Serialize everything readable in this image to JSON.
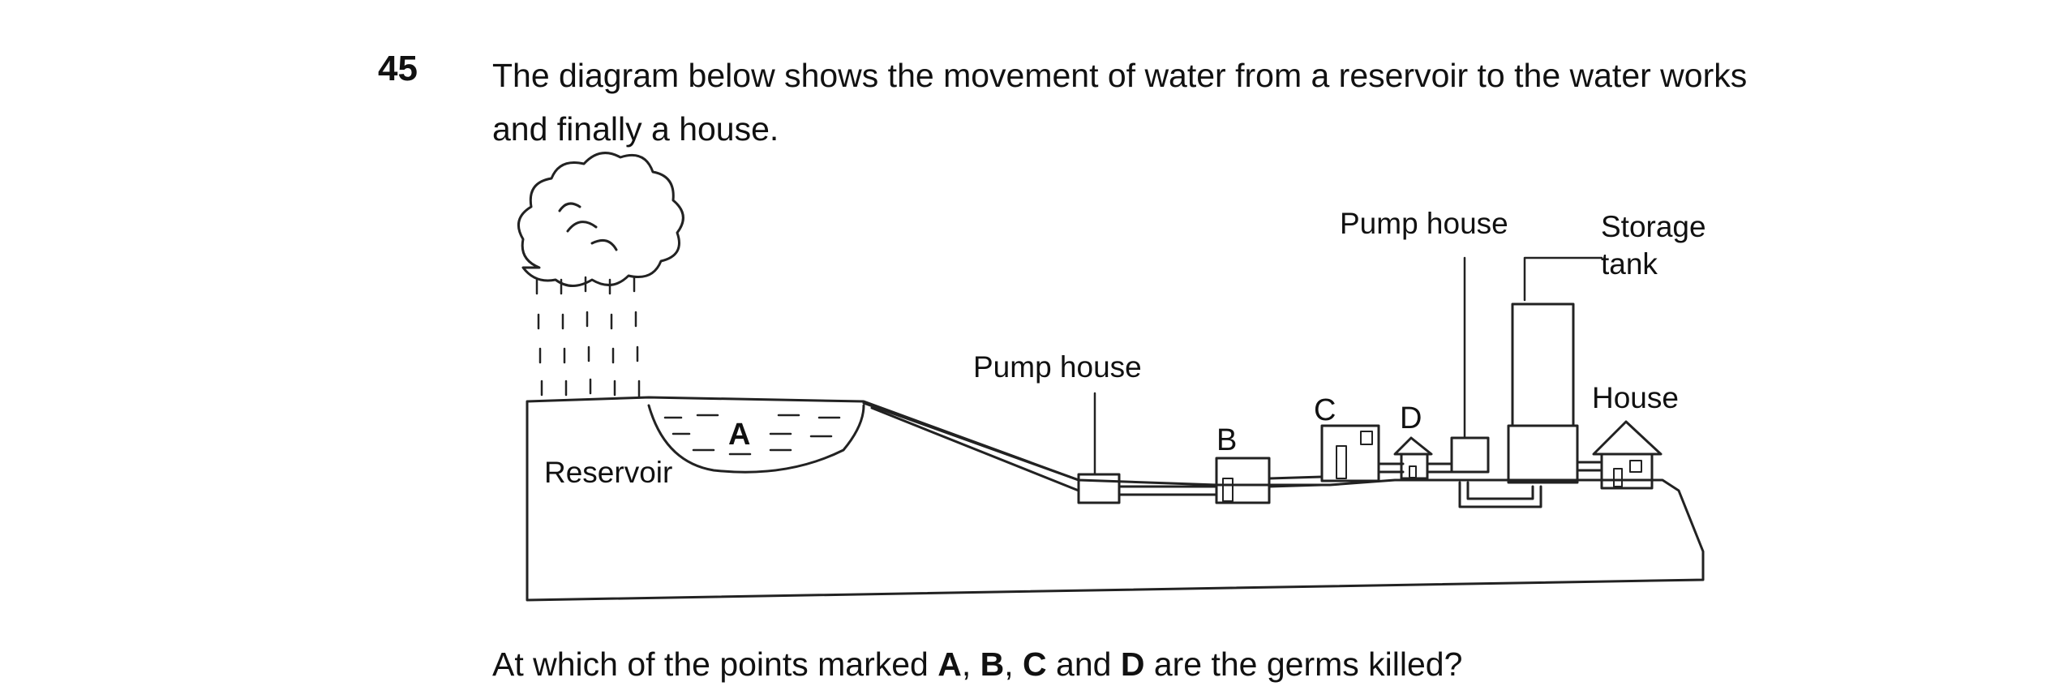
{
  "question": {
    "number": "45",
    "line1": "The diagram below shows the movement of water from a reservoir to the water works",
    "line2": "and finally a house.",
    "footer": {
      "prefix": "At which of the points marked ",
      "a": "A",
      "sep1": ", ",
      "b": "B",
      "sep2": ", ",
      "c": "C",
      "and": " and ",
      "d": "D",
      "suffix": " are the germs killed?"
    }
  },
  "diagram": {
    "labels": {
      "reservoir": "Reservoir",
      "pump_house_1": "Pump house",
      "pump_house_2": "Pump house",
      "storage_tank_line1": "Storage",
      "storage_tank_line2": "tank",
      "house": "House"
    },
    "points": {
      "a": "A",
      "b": "B",
      "c": "C",
      "d": "D"
    }
  }
}
